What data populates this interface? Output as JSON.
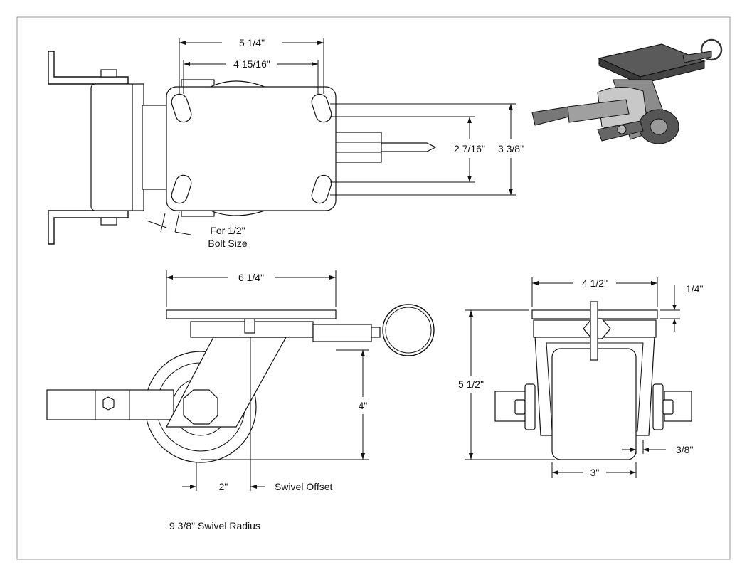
{
  "dimensions": {
    "top_width_outer": "5 1/4\"",
    "top_width_inner": "4 15/16\"",
    "top_height_inner": "2 7/16\"",
    "top_height_outer": "3 3/8\"",
    "bolt_note_line1": "For 1/2\"",
    "bolt_note_line2": "Bolt Size",
    "side_plate_width": "6 1/4\"",
    "side_height": "4\"",
    "offset_value": "2\"",
    "offset_label": "Swivel Offset",
    "swivel_radius": "9 3/8\" Swivel Radius",
    "front_width": "4 1/2\"",
    "plate_thickness": "1/4\"",
    "overall_height": "5 1/2\"",
    "wheel_width": "3\"",
    "side_clearance": "3/8\""
  }
}
